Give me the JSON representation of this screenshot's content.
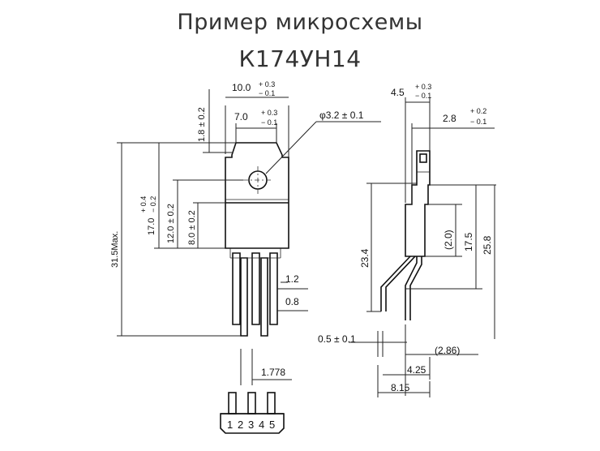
{
  "title": {
    "line1": "Пример микросхемы",
    "line2": "К174УН14"
  },
  "front_view": {
    "width_top": "10.0",
    "width_top_tol_plus": "+ 0.3",
    "width_top_tol_minus": "− 0.1",
    "width_tab": "7.0",
    "width_tab_tol_plus": "+ 0.3",
    "width_tab_tol_minus": "− 0.1",
    "hole": "φ3.2 ± 0.1",
    "top_offset": "1.8 ± 0.2",
    "height_max": "31.5Max.",
    "height_body": "17.0",
    "height_body_tol_plus": "+ 0.4",
    "height_body_tol_minus": "− 0.2",
    "height_tab": "12.0 ± 0.2",
    "height_lower": "8.0 ± 0.2",
    "pin_width": "1.2",
    "pin_thickness": "0.8",
    "pin_pitch": "1.778",
    "pin_numbers": [
      "1",
      "2",
      "3",
      "4",
      "5"
    ]
  },
  "side_view": {
    "thickness": "4.5",
    "thickness_tol_plus": "+ 0.3",
    "thickness_tol_minus": "− 0.1",
    "tab_thickness": "2.8",
    "tab_thickness_tol_plus": "+ 0.2",
    "tab_thickness_tol_minus": "− 0.1",
    "height_lead": "23.4",
    "gap": "(2.0)",
    "height_mid": "17.5",
    "height_total": "25.8",
    "lead_thickness": "0.5 ± 0.1",
    "lead_offset": "(2.86)",
    "lead_spread": "4.25",
    "total_depth": "8.15"
  }
}
